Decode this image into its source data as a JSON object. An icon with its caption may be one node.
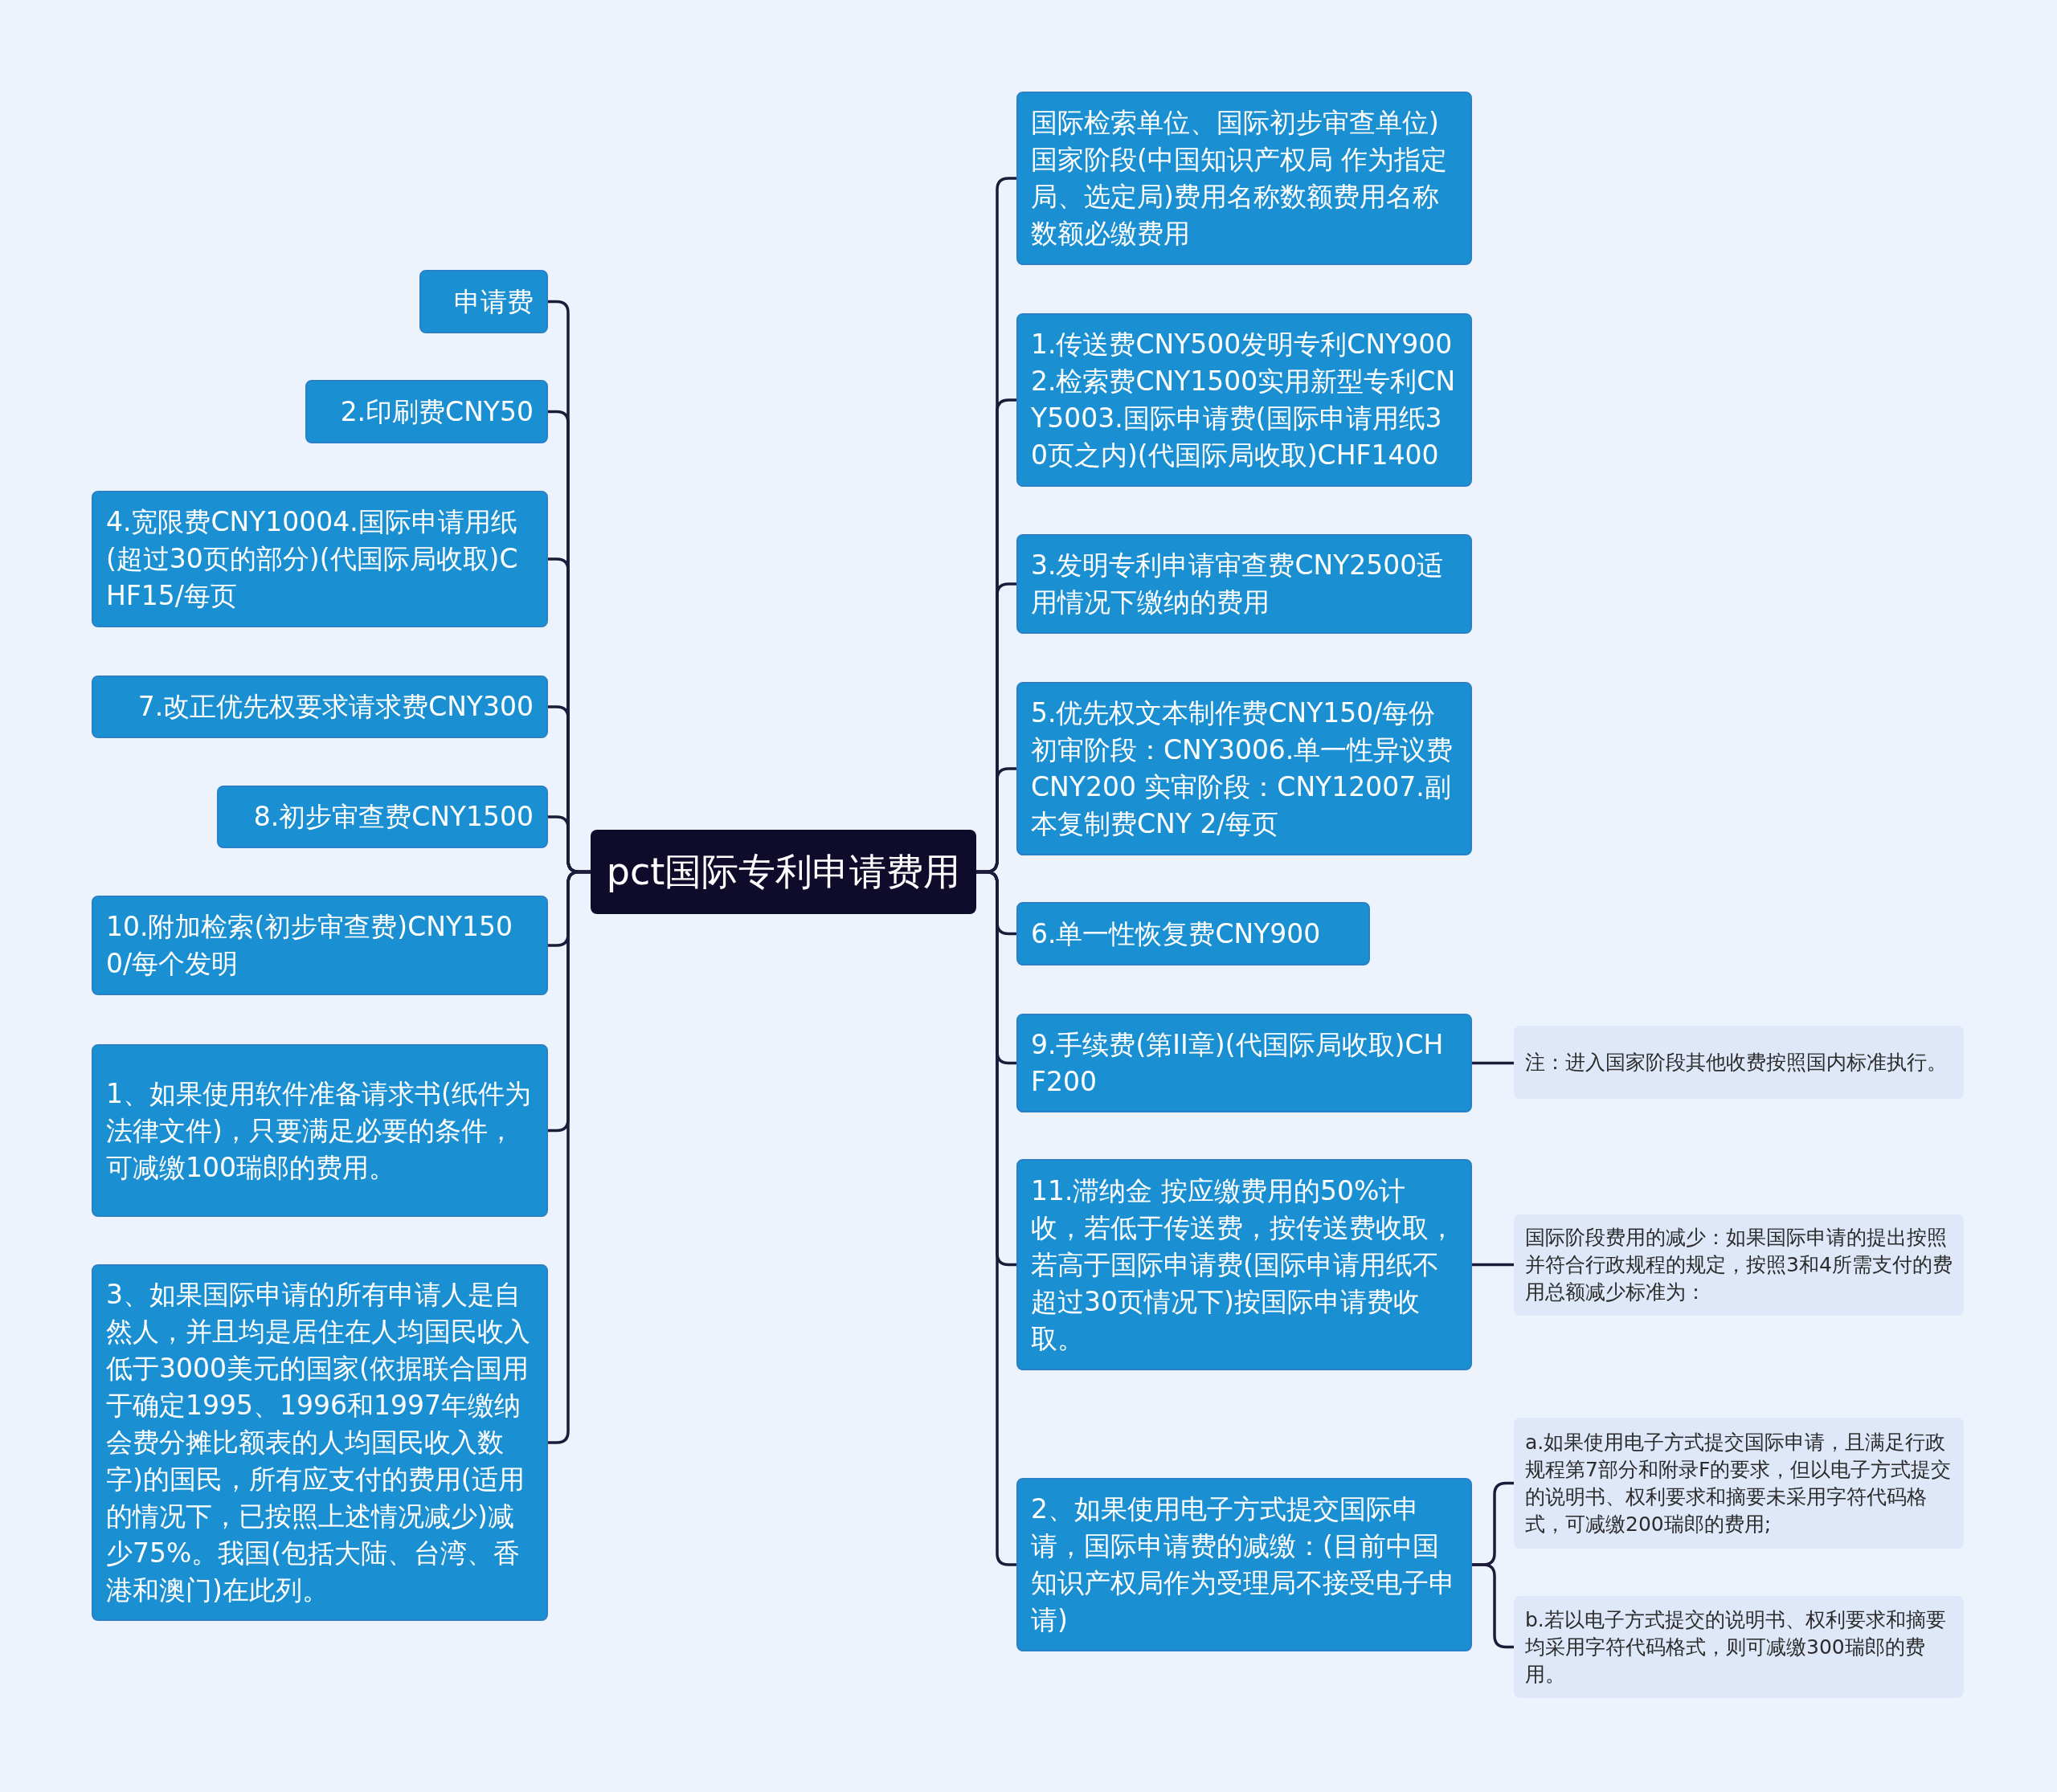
{
  "diagram": {
    "nodes": [
      {
        "text": [
          "pct国际专利申请费用"
        ]
      },
      {
        "text": [
          "申请费"
        ]
      },
      {
        "text": [
          "2.印刷费CNY50"
        ]
      },
      {
        "text": [
          "4.宽限费CNY10004.国际申请用纸(超过30页的部分)(代国际局收取)CHF15/每页"
        ]
      },
      {
        "text": [
          "7.改正优先权要求请求费CNY300"
        ]
      },
      {
        "text": [
          "8.初步审查费CNY1500"
        ]
      },
      {
        "text": [
          "10.附加检索(初步审查费)CNY1500/每个发明"
        ]
      },
      {
        "text": [
          "1、如果使用软件准备请求书(纸件为法律文件)，只要满足必要的条件，可减缴100瑞郎的费用。"
        ]
      },
      {
        "text": [
          "3、如果国际申请的所有申请人是自然人，并且均是居住在人均国民收入低于3000美元的国家(依据联合国用于确定1995、1996和1997年缴纳会费分摊比额表的人均国民收入数字)的国民，所有应支付的费用(适用的情况下，已按照上述情况减少)减少75%。我国(包括大陆、台湾、香港和澳门)在此列。"
        ]
      },
      {
        "text": [
          "国际检索单位、国际初步审查单位)国家阶段(中国知识产权局 作为指定局、选定局)费用名称数额费用名称数额必缴费用"
        ]
      },
      {
        "text": [
          "1.传送费CNY500发明专利CNY9002.检索费CNY1500实用新型专利CNY5003.国际申请费(国际申请用纸30页之内)(代国际局收取)CHF1400"
        ]
      },
      {
        "text": [
          "3.发明专利申请审查费CNY2500适用情况下缴纳的费用"
        ]
      },
      {
        "text": [
          "5.优先权文本制作费CNY150/每份初审阶段：CNY3006.单一性异议费CNY200 实审阶段：CNY12007.副本复制费CNY 2/每页"
        ]
      },
      {
        "text": [
          "6.单一性恢复费CNY900"
        ]
      },
      {
        "text": [
          "9.手续费(第II章)(代国际局收取)CHF200"
        ]
      },
      {
        "text": [
          "11.滞纳金 按应缴费用的50%计收，若低于传送费，按传送费收取，若高于国际申请费(国际申请用纸不超过30页情况下)按国际申请费收取。"
        ]
      },
      {
        "text": [
          "2、如果使用电子方式提交国际申请，国际申请费的减缴：(目前中国知识产权局作为受理局不接受电子申请)"
        ]
      },
      {
        "text": [
          "注：进入国家阶段其他收费按照国内标准执行。"
        ]
      },
      {
        "text": [
          "国际阶段费用的减少：如果国际申请的提出按照并符合行政规程的规定，按照3和4所需支付的费用总额减少标准为："
        ]
      },
      {
        "text": [
          "a.如果使用电子方式提交国际申请，且满足行政规程第7部分和附录F的要求，但以电子方式提交的说明书、权利要求和摘要未采用字符代码格式，可减缴200瑞郎的费用;"
        ]
      },
      {
        "text": [
          "b.若以电子方式提交的说明书、权利要求和摘要均采用字符代码格式，则可减缴300瑞郎的费用。"
        ]
      }
    ],
    "edges": [
      {
        "from": 0,
        "to": 1,
        "arrow": "none"
      },
      {
        "from": 0,
        "to": 2,
        "arrow": "none"
      },
      {
        "from": 0,
        "to": 3,
        "arrow": "none"
      },
      {
        "from": 0,
        "to": 4,
        "arrow": "none"
      },
      {
        "from": 0,
        "to": 5,
        "arrow": "none"
      },
      {
        "from": 0,
        "to": 6,
        "arrow": "none"
      },
      {
        "from": 0,
        "to": 7,
        "arrow": "none"
      },
      {
        "from": 0,
        "to": 8,
        "arrow": "none"
      },
      {
        "from": 0,
        "to": 9,
        "arrow": "none"
      },
      {
        "from": 0,
        "to": 10,
        "arrow": "none"
      },
      {
        "from": 0,
        "to": 11,
        "arrow": "none"
      },
      {
        "from": 0,
        "to": 12,
        "arrow": "none"
      },
      {
        "from": 0,
        "to": 13,
        "arrow": "none"
      },
      {
        "from": 0,
        "to": 14,
        "arrow": "none"
      },
      {
        "from": 0,
        "to": 15,
        "arrow": "none"
      },
      {
        "from": 0,
        "to": 16,
        "arrow": "none"
      },
      {
        "from": 14,
        "to": 17,
        "arrow": "none"
      },
      {
        "from": 15,
        "to": 18,
        "arrow": "none"
      },
      {
        "from": 16,
        "to": 19,
        "arrow": "none"
      },
      {
        "from": 16,
        "to": 20,
        "arrow": "none"
      }
    ]
  }
}
